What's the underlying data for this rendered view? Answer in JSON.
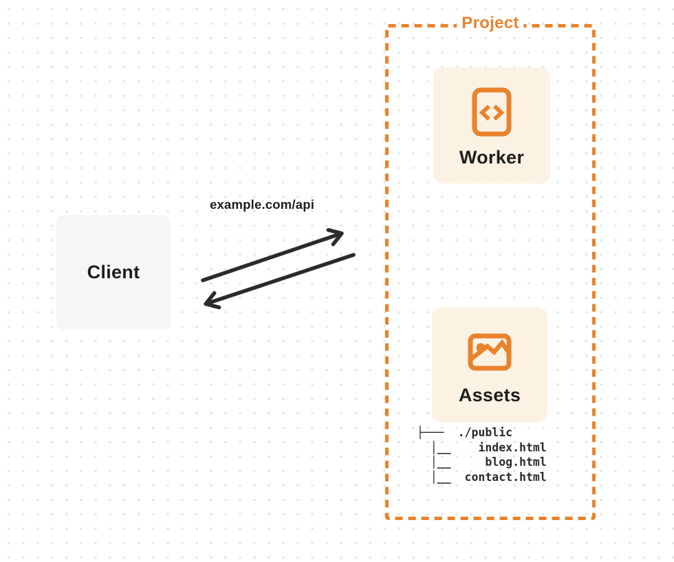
{
  "colors": {
    "accent_orange": "#E8832D",
    "card_background": "#FCF2E4",
    "client_background": "#F6F6F6",
    "ink": "#2B2B2B",
    "dot_grid": "#E4E4E4"
  },
  "client": {
    "label": "Client"
  },
  "connection": {
    "request_label": "example.com/api"
  },
  "project": {
    "title": "Project",
    "worker": {
      "label": "Worker",
      "icon": "code-file-icon"
    },
    "assets": {
      "label": "Assets",
      "icon": "image-icon"
    },
    "file_tree": {
      "root": "./public",
      "files": [
        "index.html",
        "blog.html",
        "contact.html"
      ],
      "lines": [
        "├───  ./public",
        "  │__    index.html",
        "  │__     blog.html",
        "  │__  contact.html"
      ]
    }
  }
}
